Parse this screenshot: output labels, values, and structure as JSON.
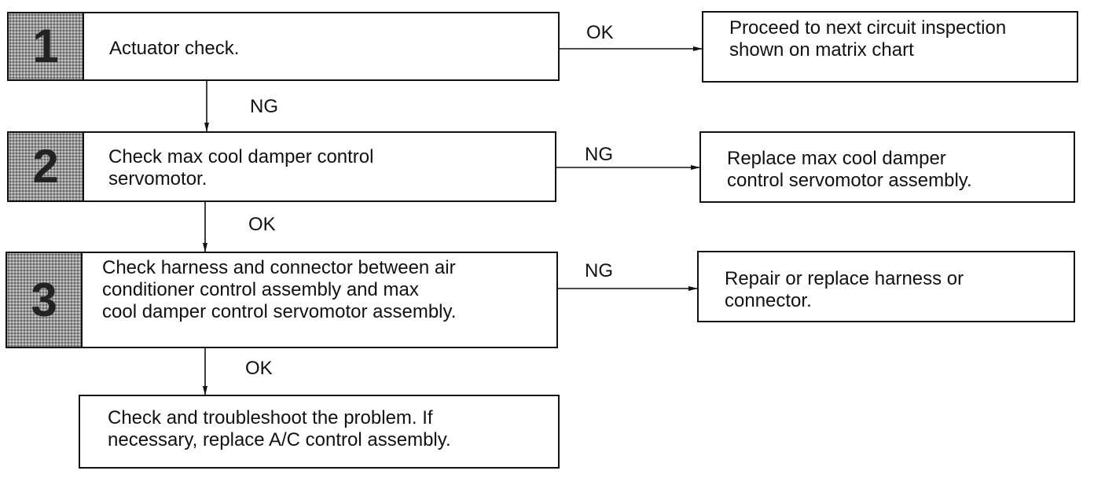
{
  "steps": [
    {
      "number": "1",
      "text": "Actuator check."
    },
    {
      "number": "2",
      "text": "Check max cool damper control\nservomotor."
    },
    {
      "number": "3",
      "text": "Check harness and connector between air\nconditioner control assembly and max\ncool damper control servomotor assembly."
    }
  ],
  "results": [
    {
      "text": "Proceed to next circuit inspection\nshown on matrix chart"
    },
    {
      "text": "Replace max cool damper\ncontrol servomotor assembly."
    },
    {
      "text": "Repair or replace harness or\nconnector."
    }
  ],
  "final_box": {
    "text": "Check and troubleshoot the problem.  If\nnecessary, replace A/C control assembly."
  },
  "labels": {
    "step1_right": "OK",
    "step1_down": "NG",
    "step2_right": "NG",
    "step2_down": "OK",
    "step3_right": "NG",
    "step3_down": "OK"
  }
}
